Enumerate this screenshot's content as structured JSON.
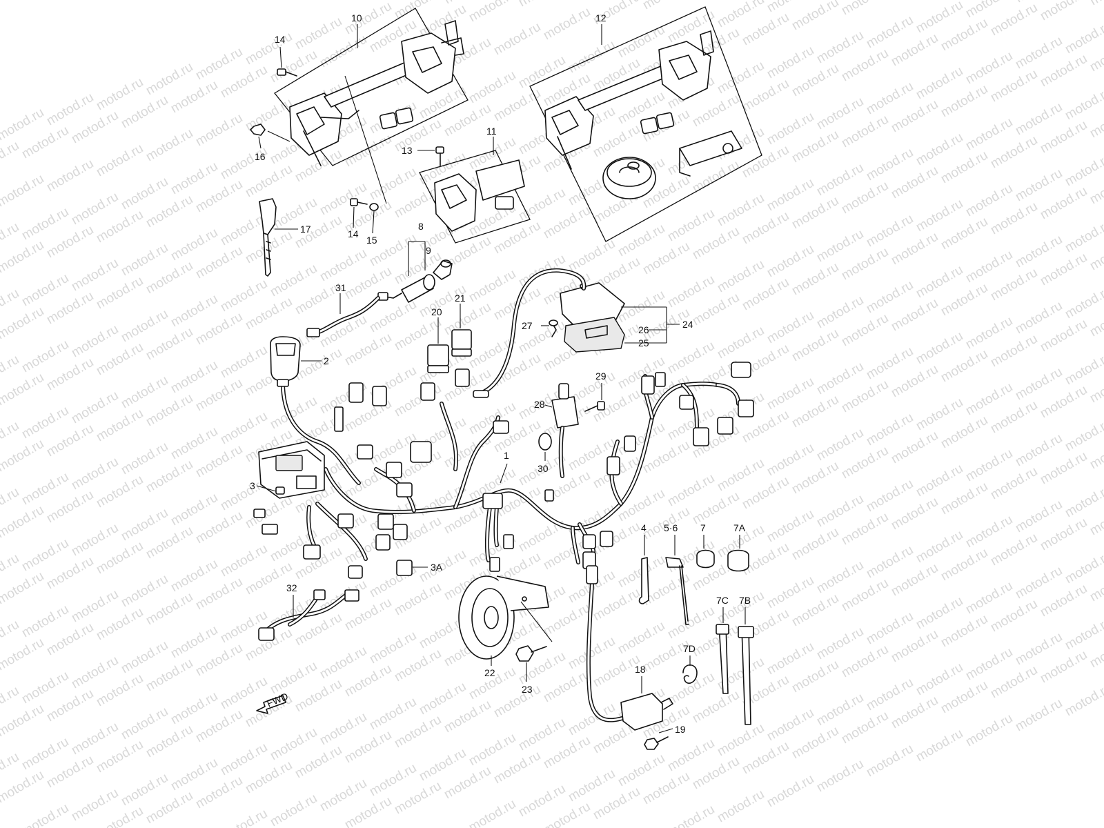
{
  "watermark": "motod.ru",
  "fwd_label": "FWD",
  "callouts": [
    "1",
    "2",
    "3",
    "3A",
    "4",
    "5·6",
    "7",
    "7A",
    "7B",
    "7C",
    "7D",
    "8",
    "9",
    "10",
    "11",
    "12",
    "13",
    "14",
    "14",
    "15",
    "16",
    "17",
    "18",
    "19",
    "20",
    "21",
    "22",
    "23",
    "24",
    "25",
    "26",
    "27",
    "28",
    "29",
    "30",
    "31",
    "32"
  ]
}
